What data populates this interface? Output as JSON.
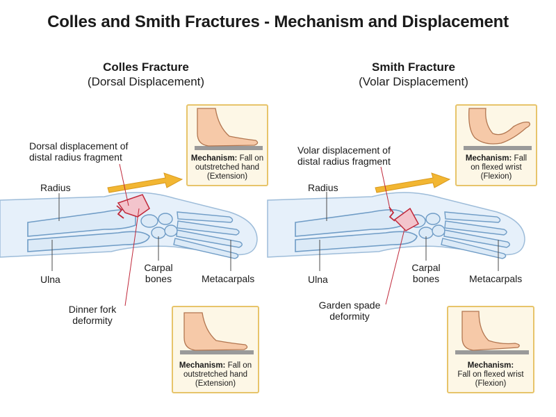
{
  "title": "Colles and Smith Fractures - Mechanism and Displacement",
  "colles": {
    "title": "Colles Fracture",
    "subtitle": "(Dorsal Displacement)",
    "displacement_label_1": "Dorsal displacement of",
    "displacement_label_2": "distal radius fragment",
    "radius": "Radius",
    "ulna": "Ulna",
    "carpal_1": "Carpal",
    "carpal_2": "bones",
    "metacarpals": "Metacarpals",
    "deformity_1": "Dinner fork",
    "deformity_2": "deformity",
    "mech_top": {
      "bold": "Mechanism:",
      "line1": " Fall on",
      "line2": "outstretched hand",
      "line3": "(Extension)"
    },
    "mech_bottom": {
      "bold": "Mechanism:",
      "line1": " Fall on",
      "line2": "outstretched hand",
      "line3": "(Extension)"
    }
  },
  "smith": {
    "title": "Smith Fracture",
    "subtitle": "(Volar Displacement)",
    "displacement_label_1": "Volar displacement of",
    "displacement_label_2": "distal radius fragment",
    "radius": "Radius",
    "ulna": "Ulna",
    "carpal_1": "Carpal",
    "carpal_2": "bones",
    "metacarpals": "Metacarpals",
    "deformity_1": "Garden spade",
    "deformity_2": "deformity",
    "mech_top": {
      "bold": "Mechanism:",
      "line1": " Fall",
      "line2": "on flexed wrist",
      "line3": "(Flexion)"
    },
    "mech_bottom": {
      "bold": "Mechanism:",
      "line1": "",
      "line2": "Fall on flexed wrist",
      "line3": "(Flexion)"
    }
  },
  "colors": {
    "bone_fill": "#dceaf7",
    "bone_stroke": "#6f9cc6",
    "fracture": "#f3c4cc",
    "fracture_stroke": "#c0283a",
    "arrow": "#f2b632",
    "box_border": "#e7c46a",
    "skin": "#f6c9a8"
  }
}
